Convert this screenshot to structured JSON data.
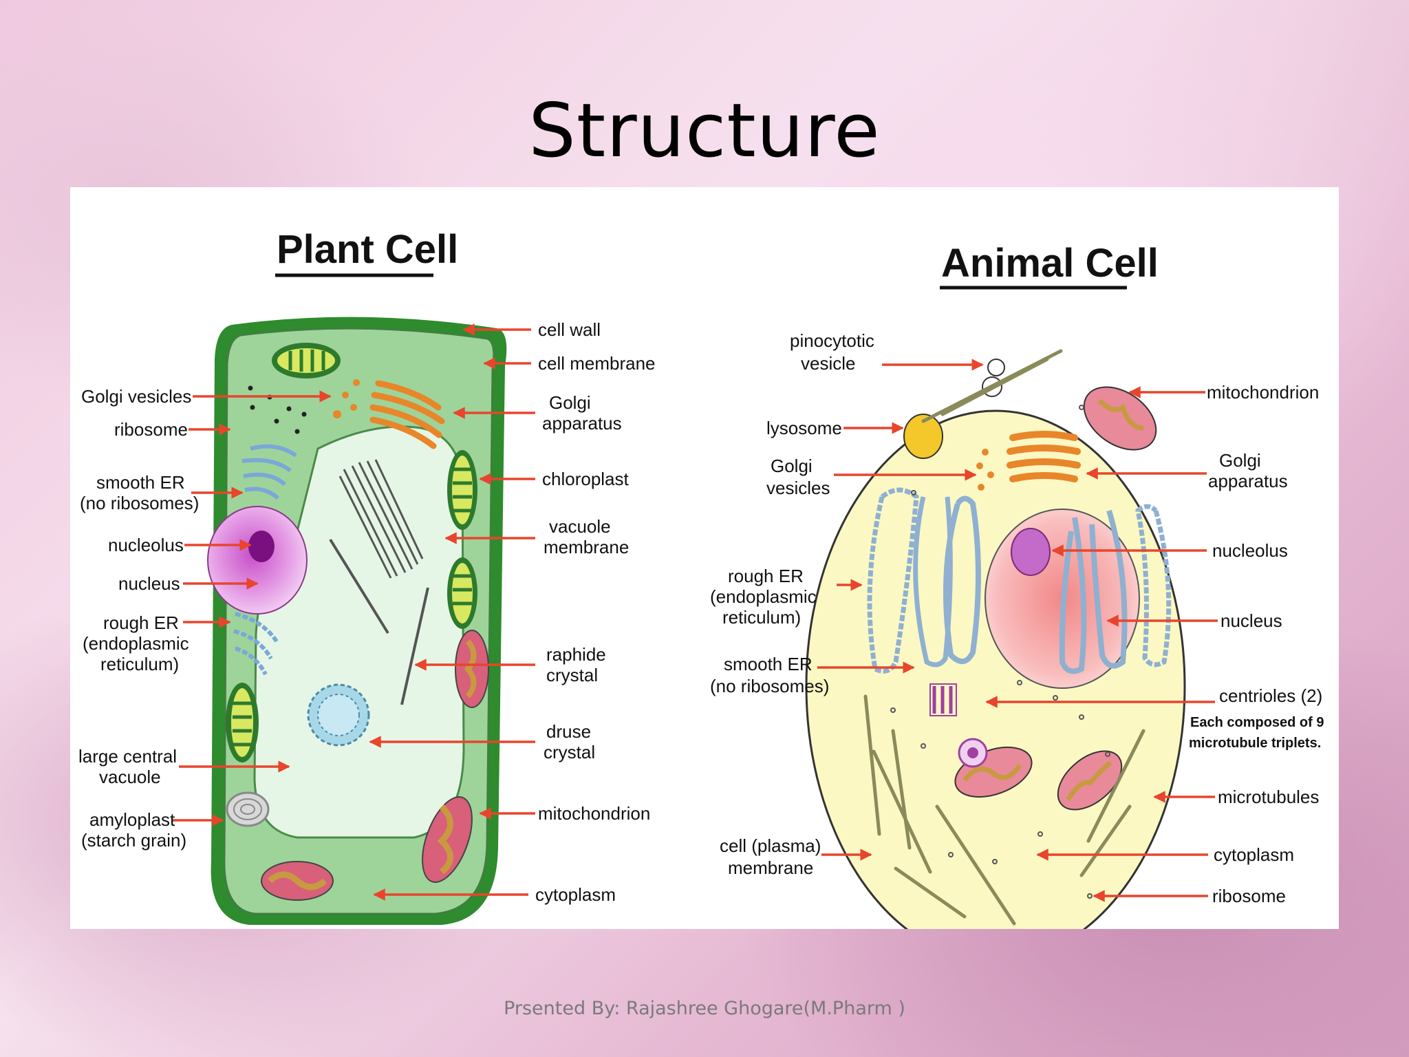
{
  "slide": {
    "title": "Structure",
    "footer": "Prsented By: Rajashree Ghogare(M.Pharm )"
  },
  "plant": {
    "heading": "Plant Cell",
    "labels": {
      "cell_wall": "cell wall",
      "cell_membrane": "cell membrane",
      "golgi_vesicles": "Golgi vesicles",
      "ribosome": "ribosome",
      "golgi_apparatus_1": "Golgi",
      "golgi_apparatus_2": "apparatus",
      "chloroplast": "chloroplast",
      "smooth_er_1": "smooth ER",
      "smooth_er_2": "(no ribosomes)",
      "vacuole_membrane_1": "vacuole",
      "vacuole_membrane_2": "membrane",
      "nucleolus": "nucleolus",
      "nucleus": "nucleus",
      "rough_er_1": "rough ER",
      "rough_er_2": "(endoplasmic",
      "rough_er_3": "reticulum)",
      "raphide_1": "raphide",
      "raphide_2": "crystal",
      "druse_1": "druse",
      "druse_2": "crystal",
      "vacuole_1": "large central",
      "vacuole_2": "vacuole",
      "mitochondrion": "mitochondrion",
      "amyloplast_1": "amyloplast",
      "amyloplast_2": "(starch grain)",
      "cytoplasm": "cytoplasm"
    }
  },
  "animal": {
    "heading": "Animal Cell",
    "labels": {
      "pinocytotic_1": "pinocytotic",
      "pinocytotic_2": "vesicle",
      "mitochondrion": "mitochondrion",
      "lysosome": "lysosome",
      "golgi_vesicles_1": "Golgi",
      "golgi_vesicles_2": "vesicles",
      "golgi_apparatus_1": "Golgi",
      "golgi_apparatus_2": "apparatus",
      "nucleolus": "nucleolus",
      "rough_er_1": "rough ER",
      "rough_er_2": "(endoplasmic",
      "rough_er_3": "reticulum)",
      "nucleus": "nucleus",
      "smooth_er_1": "smooth ER",
      "smooth_er_2": "(no ribosomes)",
      "centrioles": "centrioles (2)",
      "centrioles_note_1": "Each composed of 9",
      "centrioles_note_2": "microtubule triplets.",
      "microtubules": "microtubules",
      "membrane_1": "cell (plasma)",
      "membrane_2": "membrane",
      "cytoplasm": "cytoplasm",
      "ribosome": "ribosome"
    }
  }
}
